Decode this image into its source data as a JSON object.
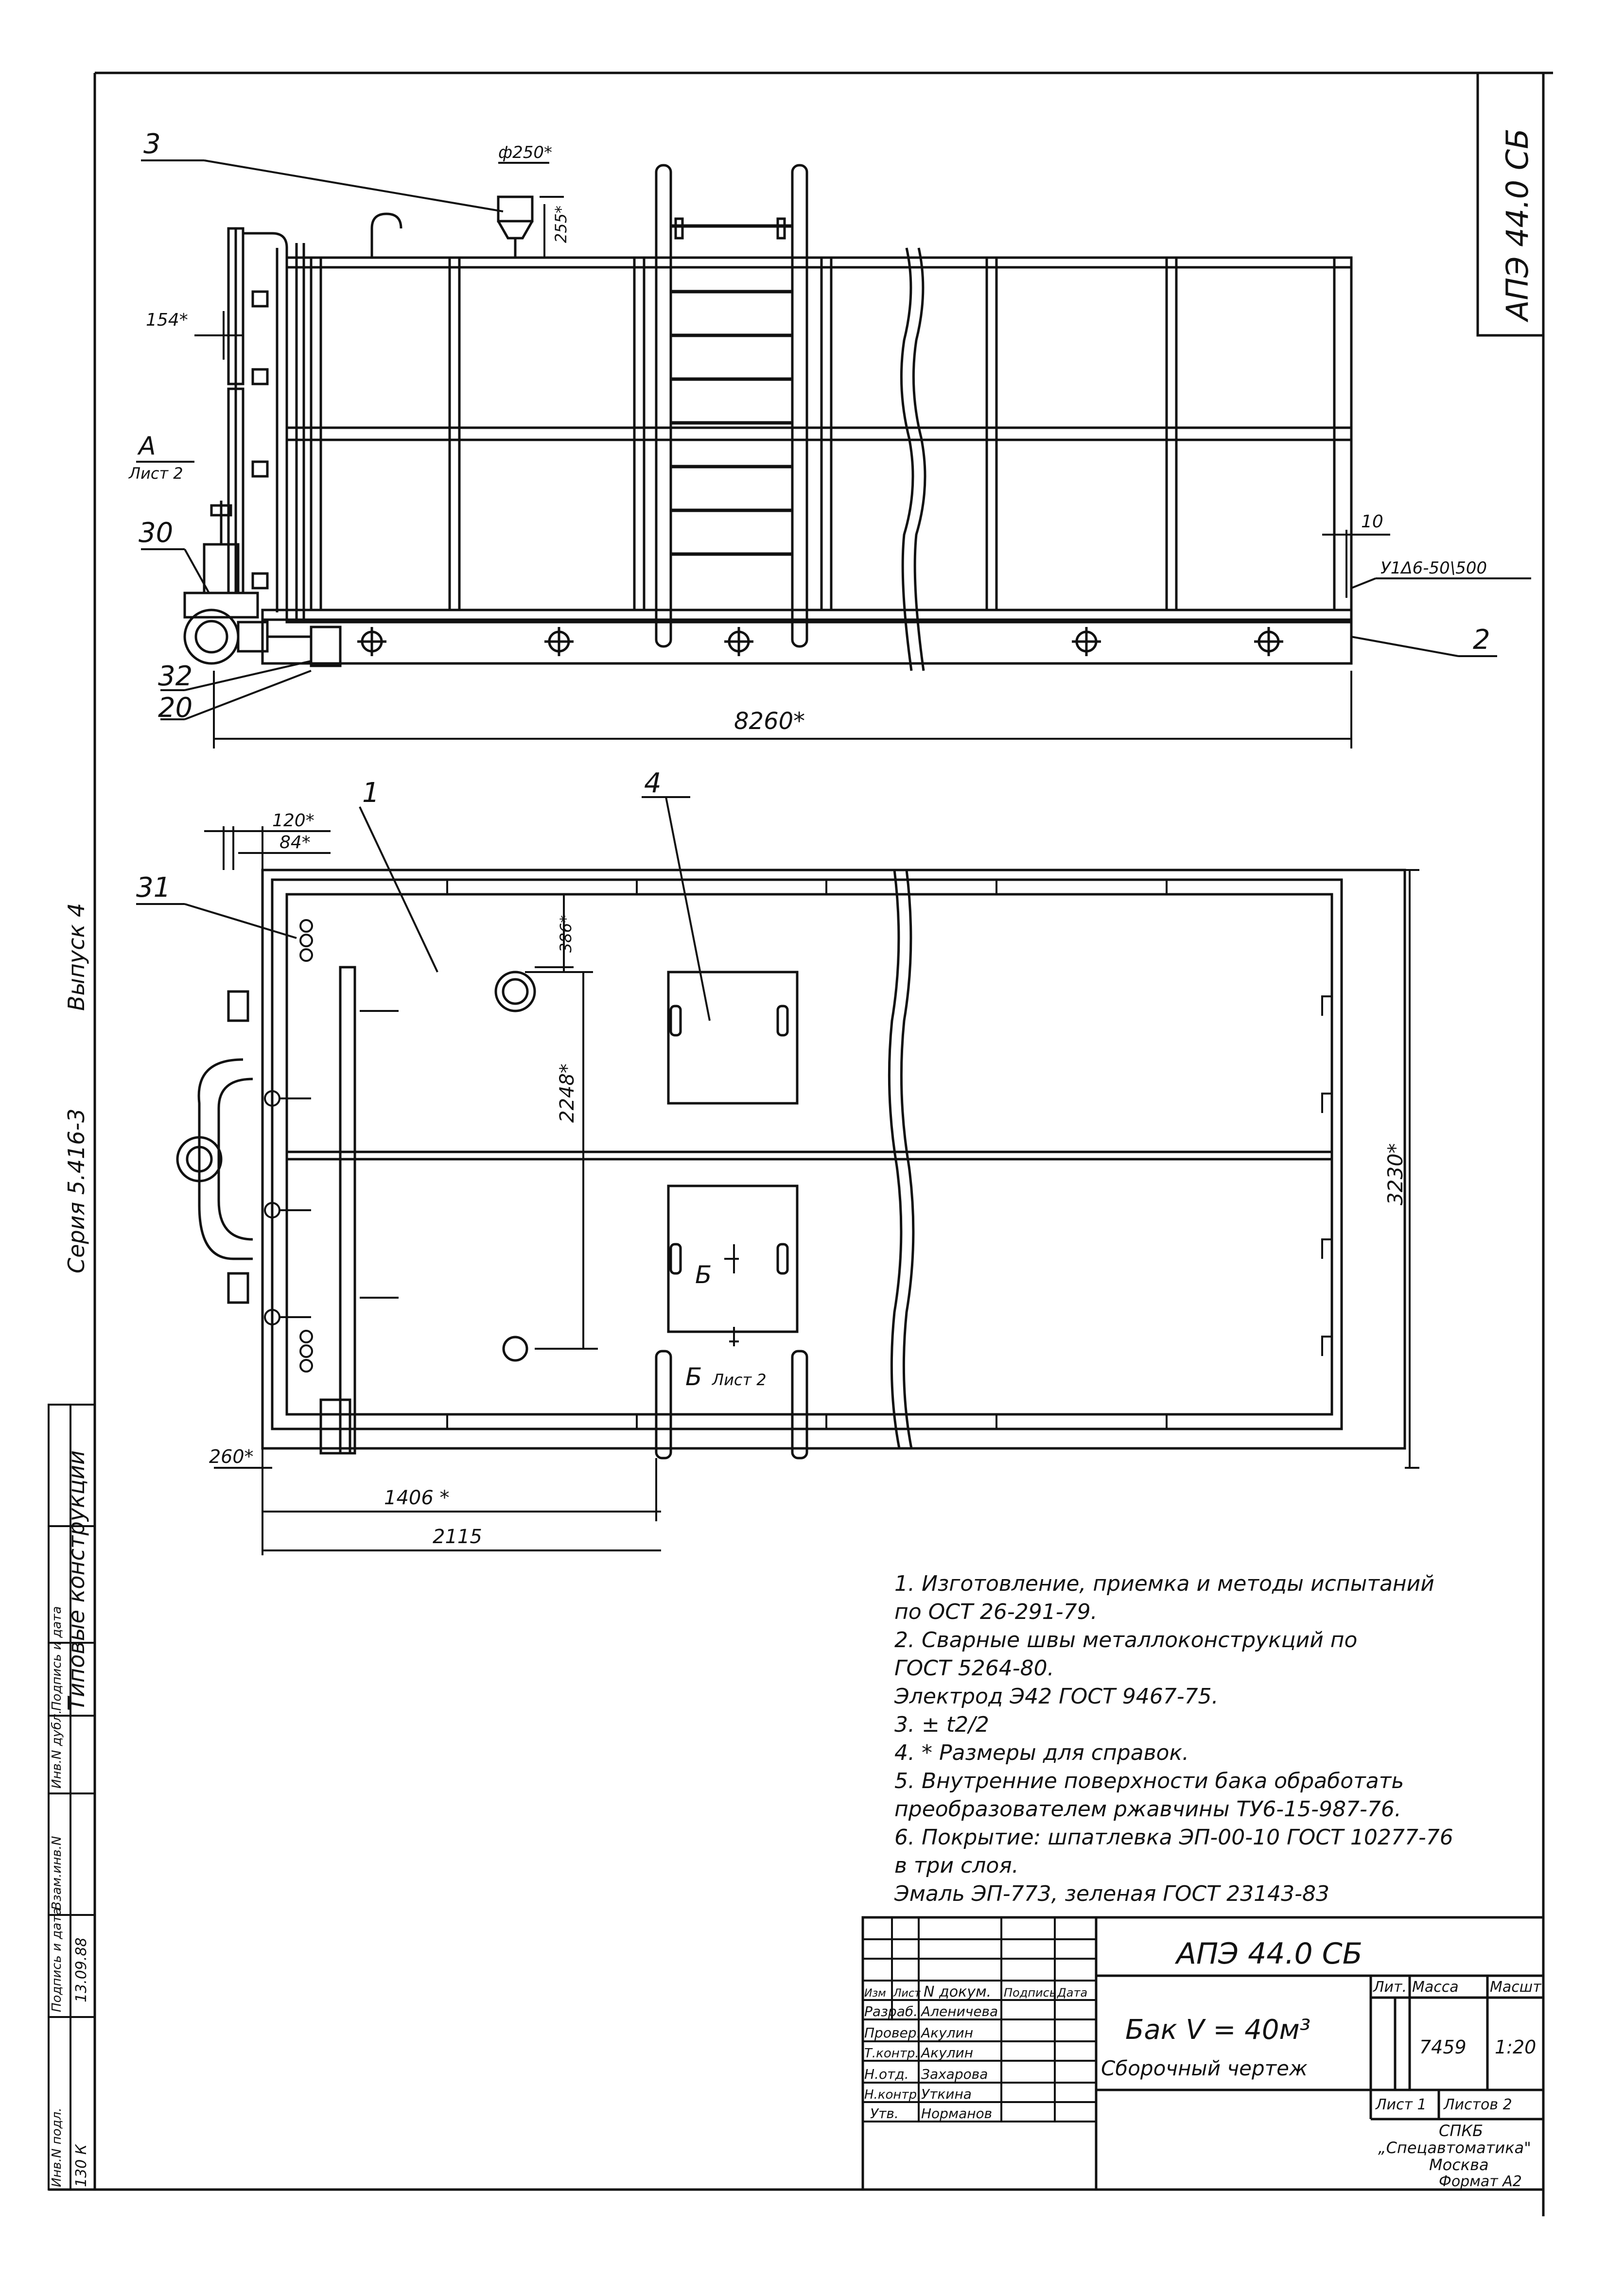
{
  "document": {
    "code_corner": "АПЭ 44.0 СБ",
    "side_labels": {
      "issue": "Выпуск 4",
      "series": "Серия 5.416-3",
      "type": "Типовые конструкции"
    }
  },
  "front_view": {
    "callouts": {
      "c3": "3",
      "c30": "30",
      "c32": "32",
      "c20": "20",
      "c2": "2",
      "view_a": "А",
      "view_a_sheet": "Лист 2"
    },
    "dims": {
      "hatch_dia": "ф250*",
      "hatch_h": "255*",
      "left_154": "154*",
      "gap_10": "10",
      "weld": "У1Δ6-50\\500",
      "length": "8260*"
    }
  },
  "plan_view": {
    "callouts": {
      "c1": "1",
      "c4": "4",
      "c31": "31",
      "section_b": "Б",
      "section_b2": "Б",
      "section_sheet": "Лист 2"
    },
    "dims": {
      "d120": "120*",
      "d84": "84*",
      "d386": "386*",
      "d2248": "2248*",
      "d3230": "3230*",
      "d260": "260*",
      "d1406": "1406 *",
      "d2115": "2115"
    }
  },
  "notes": [
    "1. Изготовление, приемка и методы испытаний",
    "   по ОСТ 26-291-79.",
    "2. Сварные швы металлоконструкций по",
    "   ГОСТ 5264-80.",
    "   Электрод Э42 ГОСТ 9467-75.",
    "3. ± t2/2",
    "4. * Размеры для справок.",
    "5. Внутренние поверхности бака обработать",
    "   преобразователем ржавчины ТУ6-15-987-76.",
    "6. Покрытие: шпатлевка ЭП-00-10 ГОСТ 10277-76",
    "   в три слоя.",
    "   Эмаль ЭП-773, зеленая ГОСТ 23143-83"
  ],
  "title_block": {
    "code": "АПЭ 44.0 СБ",
    "name": "Бак V = 40м³",
    "subtitle": "Сборочный чертеж",
    "headers": {
      "lit": "Лит.",
      "mass": "Масса",
      "scale": "Масшт."
    },
    "mass": "7459",
    "scale": "1:20",
    "sheet": "Лист 1",
    "sheets": "Листов 2",
    "org1": "СПКБ",
    "org2": "„Спецавтоматика\"",
    "org3": "Москва",
    "format": "Формат А2",
    "col_headers": [
      "Изм",
      "Лист",
      "N докум.",
      "Подпись",
      "Дата"
    ],
    "roles": [
      {
        "role": "Разраб.",
        "name": "Аленичева"
      },
      {
        "role": "Провер.",
        "name": "Акулин"
      },
      {
        "role": "Т.контр.",
        "name": "Акулин"
      },
      {
        "role": "Н.отд.",
        "name": "Захарова"
      },
      {
        "role": "Н.контр.",
        "name": "Уткина"
      },
      {
        "role": "Утв.",
        "name": "Норманов"
      }
    ]
  },
  "stamp_left": {
    "cells": [
      "Инв.N подл.",
      "Подпись и дата",
      "Взам.инв.N",
      "Инв.N дубл.",
      "Подпись и дата"
    ],
    "value1": "130 К",
    "value2": "13.09.88"
  }
}
